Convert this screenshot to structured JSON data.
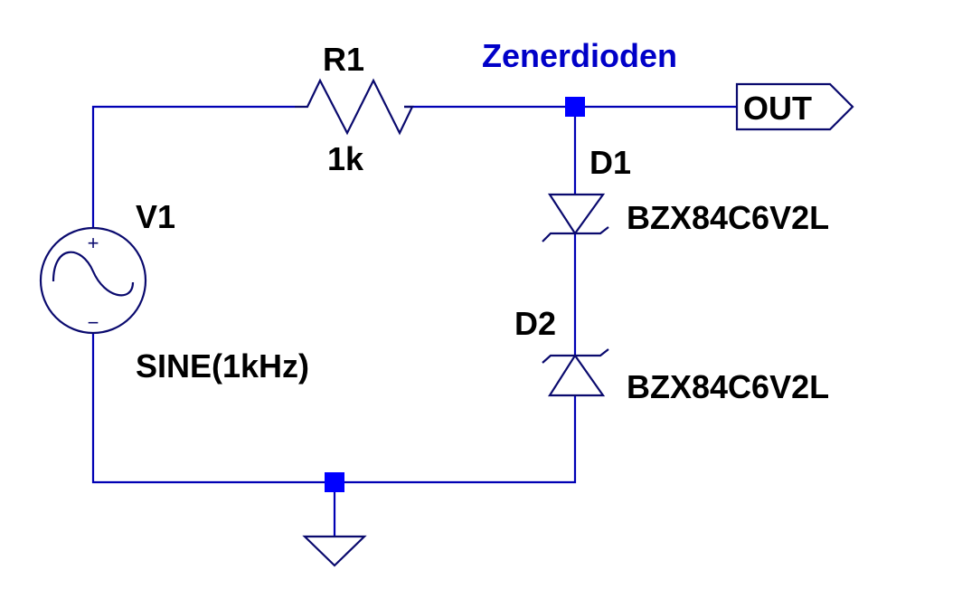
{
  "schematic": {
    "title": "Zenerdioden",
    "colors": {
      "wire": "#0000b4",
      "symbol": "#0a0a6e",
      "junction": "#0000ff",
      "label": "#000000",
      "net_label": "#0000c8",
      "background": "#ffffff"
    },
    "components": {
      "r1": {
        "ref": "R1",
        "value": "1k",
        "type": "resistor"
      },
      "v1": {
        "ref": "V1",
        "value": "SINE(1kHz)",
        "type": "voltage-source-sine",
        "plus": "+",
        "minus": "−"
      },
      "d1": {
        "ref": "D1",
        "value": "BZX84C6V2L",
        "type": "zener-diode"
      },
      "d2": {
        "ref": "D2",
        "value": "BZX84C6V2L",
        "type": "zener-diode"
      }
    },
    "ports": {
      "out": {
        "label": "OUT",
        "direction": "output"
      }
    },
    "ground": {
      "type": "ground"
    }
  }
}
